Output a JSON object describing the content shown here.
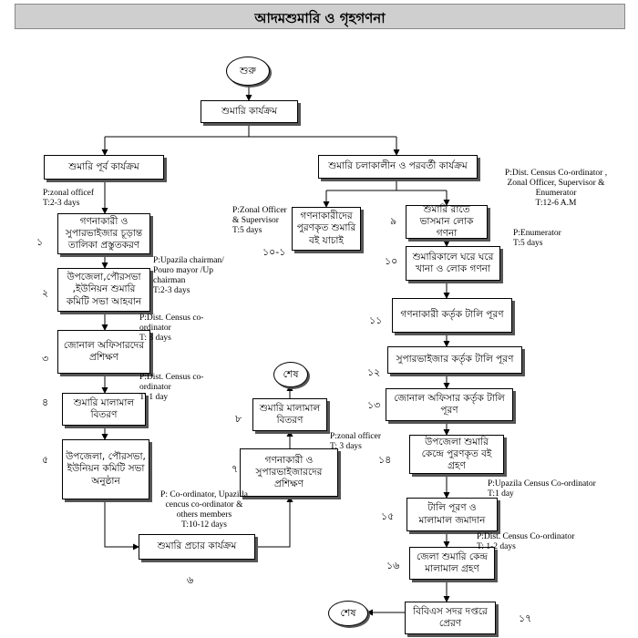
{
  "title": "আদমশুমারি ও গৃহগণনা",
  "nodes": {
    "start": "শুরু",
    "census_program": "শুমারি কার্যক্রম",
    "pre_census": "শুমারি পূর্ব কার্যক্রম",
    "during_post": "শুমারি চলাকালীন ও পরবর্তী কার্যক্রম",
    "l1": "গণনাকারী ও সুপারভাইজার চূড়ান্ত তালিকা প্রস্তুতকরণ",
    "l2": "উপজেলা,পৌরসভা ,ইউনিয়ন শুমারি কমিটি সভা আহবান",
    "l3": "জোনাল অফিসারদের প্রশিক্ষণ",
    "l4": "শুমারি মালামাল বিতরণ",
    "l5": "উপজেলা, পৌরসভা, ইউনিয়ন কমিটি সভা অনুষ্ঠান",
    "m6": "শুমারি প্রচার কার্যক্রম",
    "m7": "গণনাকারী ও সুপারভাইজারদের প্রশিক্ষণ",
    "m8": "শুমারি মালামাল বিতরণ",
    "end_mid": "শেষ",
    "m10_1": "গণনাকারীদের পুরণকৃত শুমারি বই যাচাই",
    "r9": "শুমারি রাতে ভাসমান লোক গণনা",
    "r10": "শুমারিকালে ঘরে ঘরে খানা ও লোক গণনা",
    "r11": "গণনাকারী কর্তৃক টালি পূরণ",
    "r12": "সুপারভাইজার কর্তৃক টালি পূরণ",
    "r13": "জোনাল অফিসার কর্তৃক টালি পূরণ",
    "r14": "উপজেলা শুমারি কেন্দ্রে পুরণকৃত বই গ্রহণ",
    "r15": "টালি পূরণ ও মালামাল জমাদান",
    "r16": "জেলা শুমারি কেন্দ্র মালামাল গ্রহণ",
    "r17": "বিবিএস সদর দপ্তরে প্রেরণ",
    "end_bottom": "শেষ"
  },
  "numbers": {
    "n1": "১",
    "n2": "২",
    "n3": "৩",
    "n4": "৪",
    "n5": "৫",
    "n6": "৬",
    "n7": "৭",
    "n8": "৮",
    "n9": "৯",
    "n10": "১০",
    "n10_1": "১০-১",
    "n11": "১১",
    "n12": "১২",
    "n13": "১৩",
    "n14": "১৪",
    "n15": "১৫",
    "n16": "১৬",
    "n17": "১৭"
  },
  "notes": {
    "zonal": "P:zonal officef\nT:2-3 days",
    "upazila_chair": "P:Upazila chairman/\nPouro mayor /Up\nchairman\nT:2-3 days",
    "dist1": "P:Dist. Census co-\nordinator\nT: 3 days",
    "dist2": "P:Dist. Census co-\nordinator\nT: 1 day",
    "coord": "P: Co-ordinator, Upazilla\ncencus co-ordinator &\nothers members\nT:10-12 days",
    "zonal2": "P:zonal officer\nT: 3 days",
    "zonal_sup": "P:Zonal Officer\n& Supervisor\nT:5 days",
    "dist_all": "P:Dist. Census Co-ordinator ,\nZonal Officer, Supervisor &\nEnumerator\nT:12-6 A.M",
    "enum": "P:Enumerator\nT:5 days",
    "upz_census": "P:Upazila Census Co-ordinator\nT:1 day",
    "dist3": "P:Dist.  Census Co-ordinator\nT: 1-2 days"
  }
}
